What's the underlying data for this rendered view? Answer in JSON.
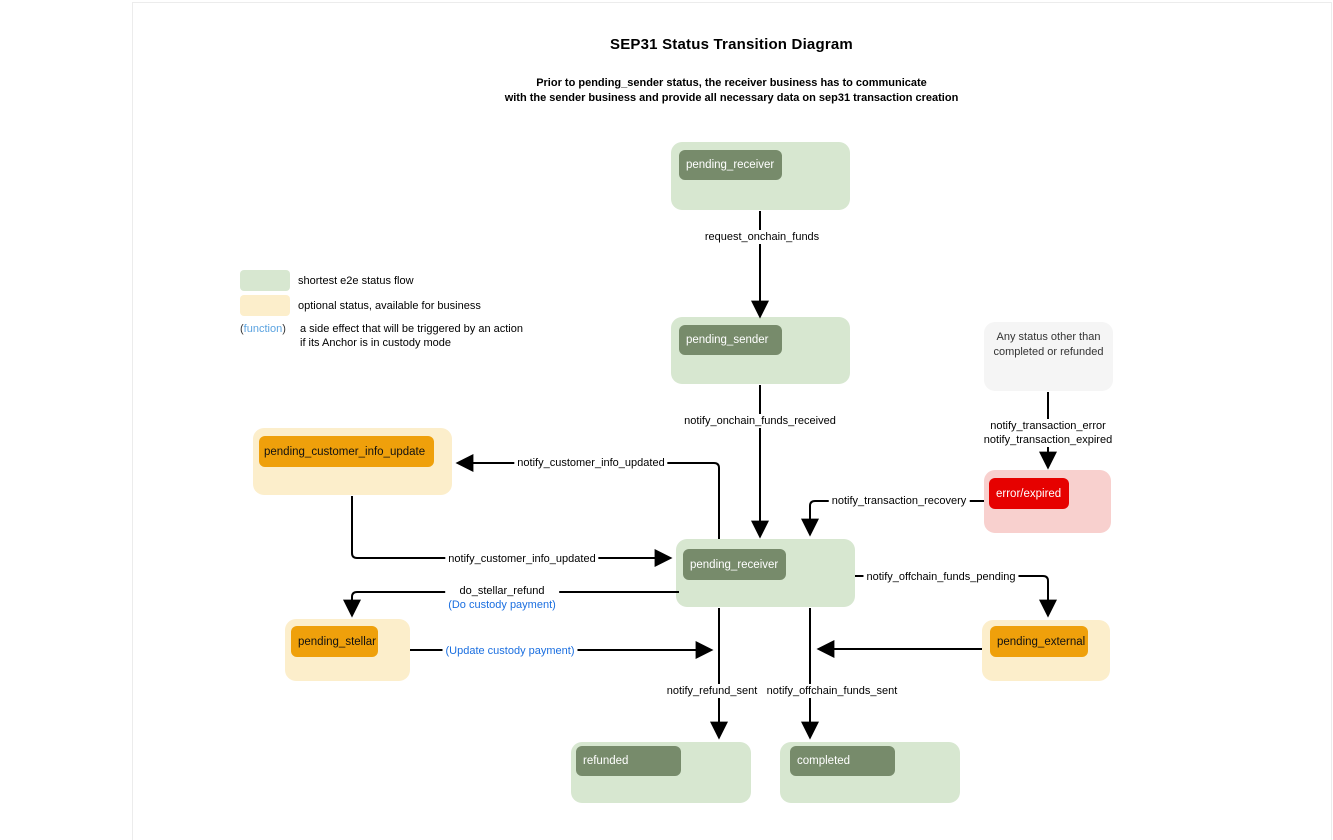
{
  "page": {
    "title": "SEP31 Status Transition Diagram",
    "subtitle1": "Prior to pending_sender status, the receiver business has to communicate",
    "subtitle2": "with the sender business and provide all necessary data on sep31 transaction creation"
  },
  "legend": {
    "green_label": "shortest e2e status flow",
    "yellow_label": "optional status, available for business",
    "function_open": "(",
    "function_word": "function",
    "function_close": ")",
    "function_desc1": "a side effect that will be triggered by an action",
    "function_desc2": "if its Anchor is in custody mode"
  },
  "nodes": {
    "pending_receiver_top": "pending_receiver",
    "pending_sender": "pending_sender",
    "any_status_line1": "Any status other than",
    "any_status_line2": "completed or refunded",
    "error_expired": "error/expired",
    "pending_customer_info_update": "pending_customer_info_update",
    "pending_receiver_mid": "pending_receiver",
    "pending_stellar": "pending_stellar",
    "pending_external": "pending_external",
    "refunded": "refunded",
    "completed": "completed"
  },
  "edges": {
    "request_onchain_funds": "request_onchain_funds",
    "notify_onchain_funds_received": "notify_onchain_funds_received",
    "notify_transaction_error": "notify_transaction_error",
    "notify_transaction_expired": "notify_transaction_expired",
    "notify_transaction_recovery": "notify_transaction_recovery",
    "notify_customer_info_updated_top": "notify_customer_info_updated",
    "notify_customer_info_updated_bottom": "notify_customer_info_updated",
    "do_stellar_refund": "do_stellar_refund",
    "do_custody_payment": "(Do custody payment)",
    "update_custody_payment": "(Update custody payment)",
    "notify_offchain_funds_pending": "notify_offchain_funds_pending",
    "notify_refund_sent": "notify_refund_sent",
    "notify_offchain_funds_sent": "notify_offchain_funds_sent"
  },
  "colors": {
    "green_light": "#d7e7d0",
    "green_dark": "#778b6b",
    "cream": "#fceecb",
    "orange": "#efa00b",
    "pink": "#f8d0ce",
    "red": "#e60100",
    "note_gray": "#f5f5f5",
    "link_blue": "#1b6fe0",
    "function_blue": "#5ba3e0"
  }
}
